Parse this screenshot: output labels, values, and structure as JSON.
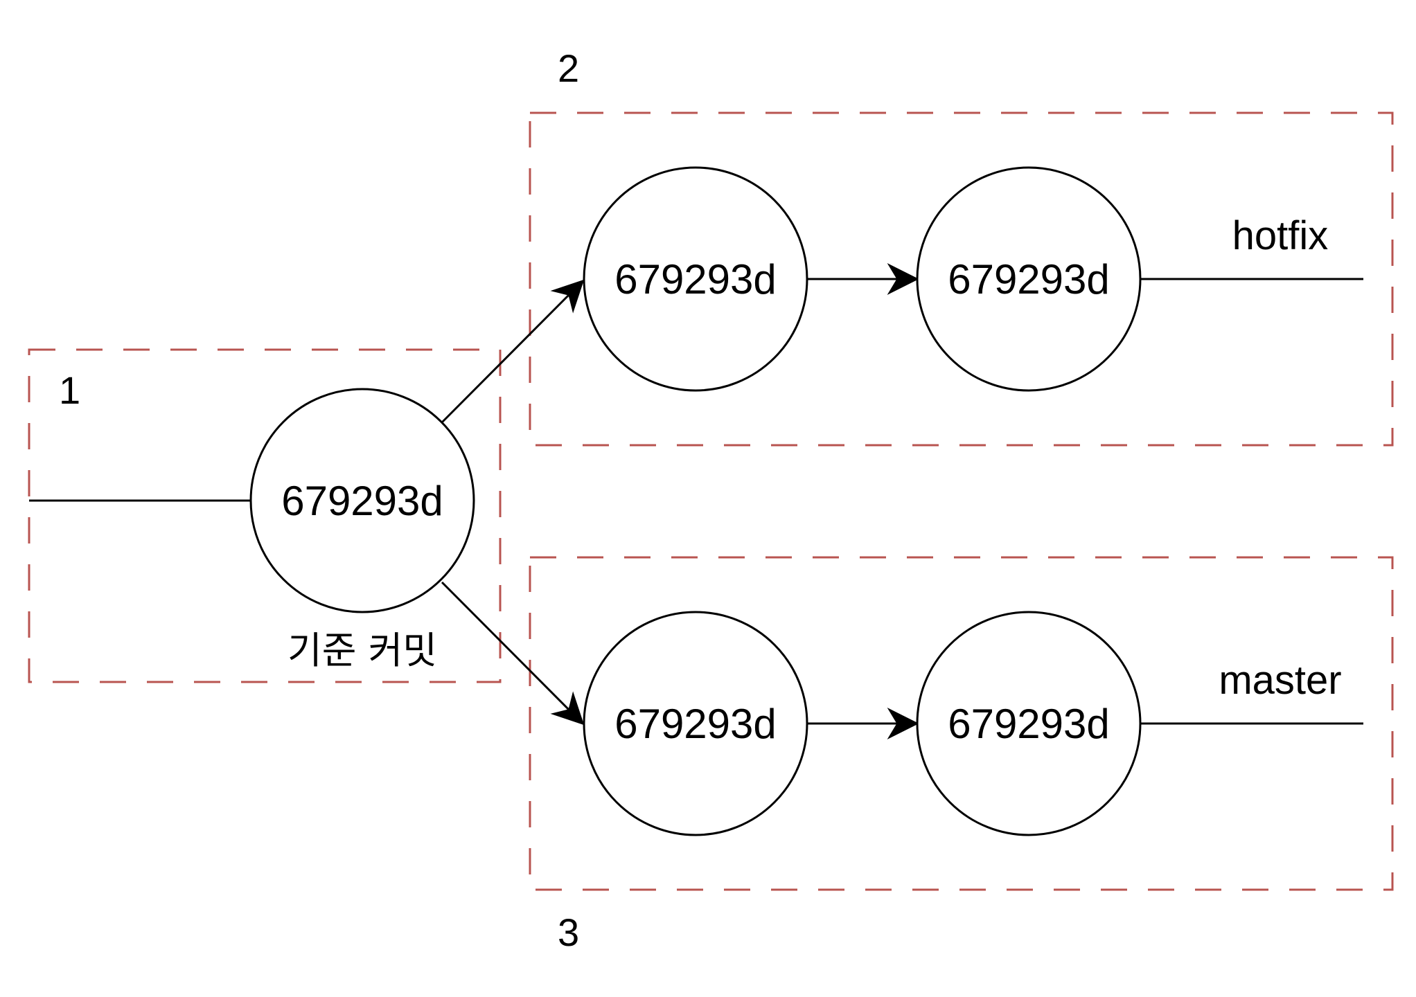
{
  "colors": {
    "group_border": "#b85450",
    "stroke": "#000000",
    "background": "#ffffff"
  },
  "groups": [
    {
      "label": "1"
    },
    {
      "label": "2"
    },
    {
      "label": "3"
    }
  ],
  "commits": {
    "base": {
      "id": "679293d",
      "caption": "기준 커밋"
    },
    "hotfix_1": {
      "id": "679293d"
    },
    "hotfix_2": {
      "id": "679293d"
    },
    "master_1": {
      "id": "679293d"
    },
    "master_2": {
      "id": "679293d"
    }
  },
  "branches": {
    "hotfix": "hotfix",
    "master": "master"
  }
}
